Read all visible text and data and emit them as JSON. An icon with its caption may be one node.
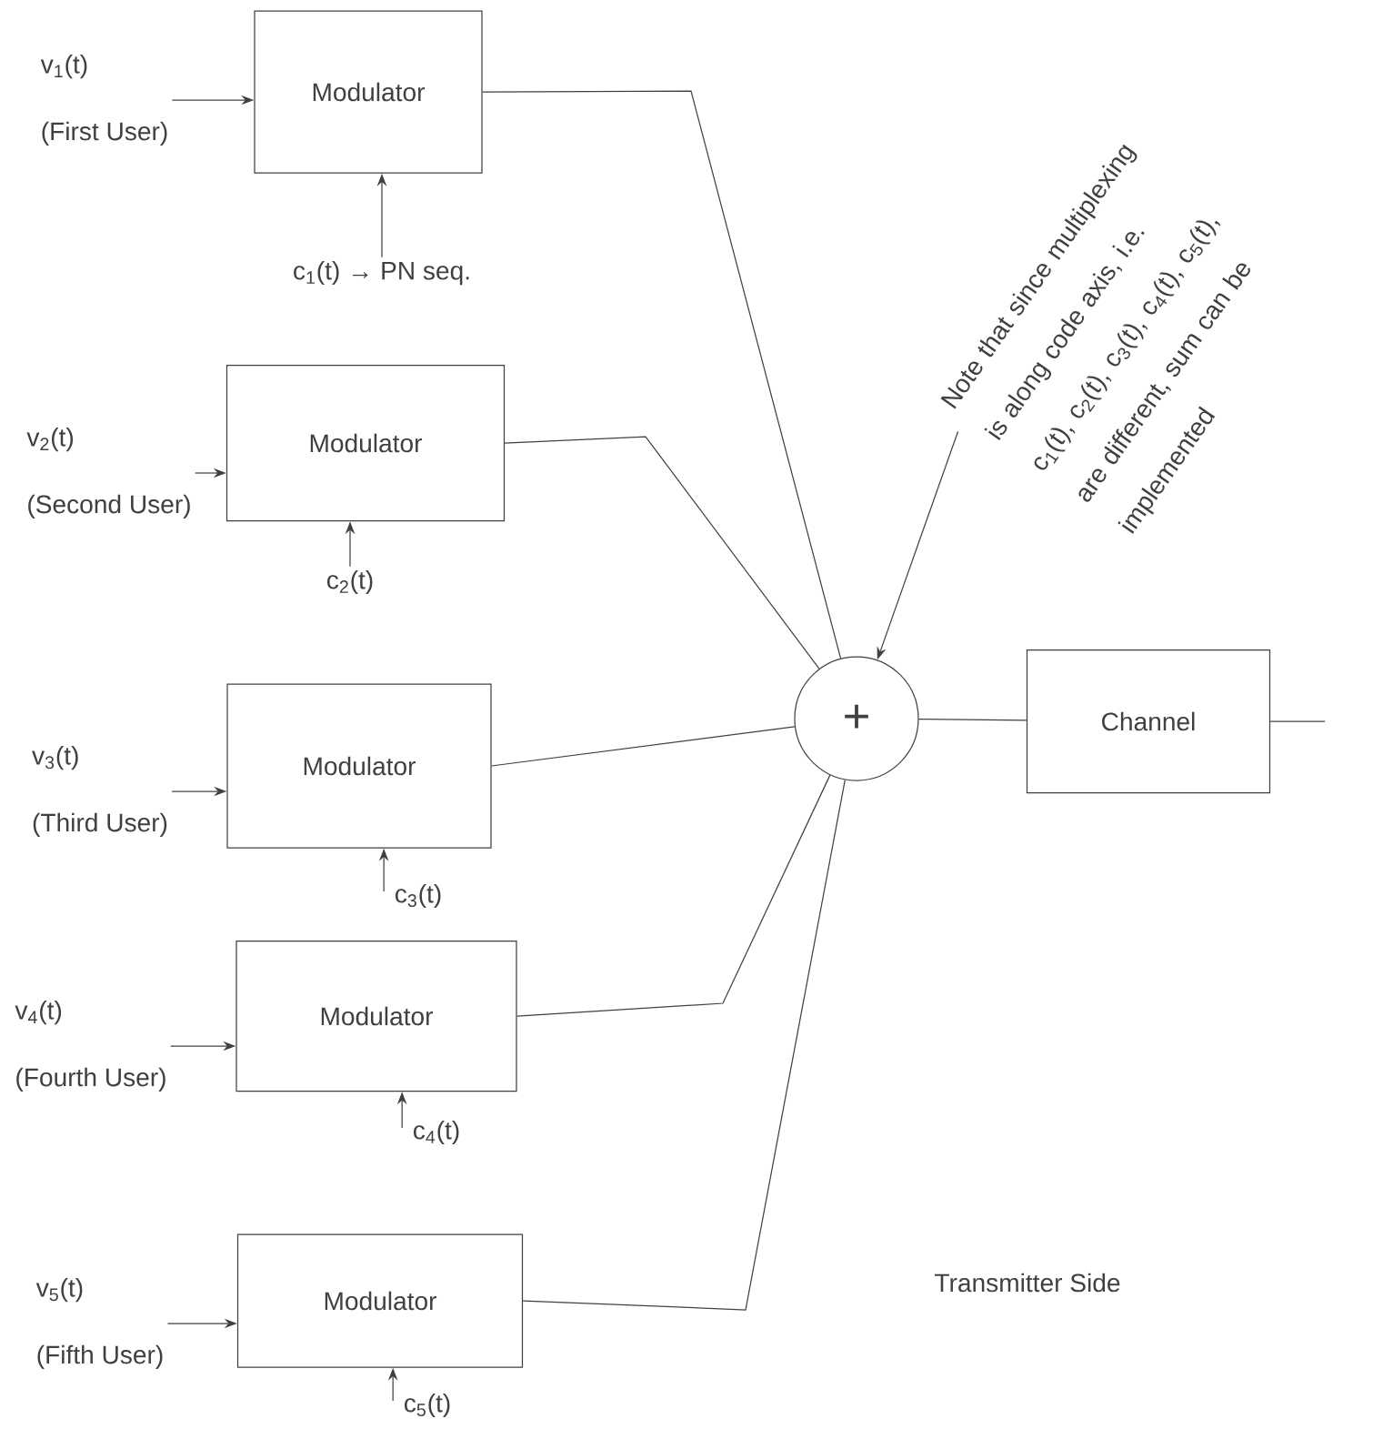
{
  "diagram": {
    "nodes": [
      {
        "text": [
          "v$_{1}$(t)",
          "(First User)"
        ]
      },
      {
        "text": [
          "Modulator"
        ]
      },
      {
        "text": [
          "c$_{1}$(t) → PN seq."
        ]
      },
      {
        "text": [
          "v$_{2}$(t)",
          "(Second User)"
        ]
      },
      {
        "text": [
          "Modulator"
        ]
      },
      {
        "text": [
          "c$_{2}$(t)"
        ]
      },
      {
        "text": [
          "v$_{3}$(t)",
          "(Third User)"
        ]
      },
      {
        "text": [
          "Modulator"
        ]
      },
      {
        "text": [
          "c$_{3}$(t)"
        ]
      },
      {
        "text": [
          "v$_{4}$(t)",
          "(Fourth User)"
        ]
      },
      {
        "text": [
          "Modulator"
        ]
      },
      {
        "text": [
          "c$_{4}$(t)"
        ]
      },
      {
        "text": [
          "v$_{5}$(t)",
          "(Fifth User)"
        ]
      },
      {
        "text": [
          "Modulator"
        ]
      },
      {
        "text": [
          "c$_{5}$(t)"
        ]
      },
      {
        "text": [
          "+"
        ]
      },
      {
        "text": [
          "Channel"
        ]
      },
      {
        "text": [
          "Note that since multiplexing is along code axis, i.e. c$_{1}$(t), c$_{2}$(t), c$_{3}$(t), c$_{4}$(t), c$_{5}$(t), are different, sum can be implemented"
        ]
      }
    ],
    "edges": [
      {
        "from": 0,
        "to": 1,
        "arrow": "to"
      },
      {
        "from": 2,
        "to": 1,
        "arrow": "to"
      },
      {
        "from": 1,
        "to": 15,
        "arrow": "none"
      },
      {
        "from": 3,
        "to": 4,
        "arrow": "to"
      },
      {
        "from": 5,
        "to": 4,
        "arrow": "to"
      },
      {
        "from": 4,
        "to": 15,
        "arrow": "none"
      },
      {
        "from": 6,
        "to": 7,
        "arrow": "to"
      },
      {
        "from": 8,
        "to": 7,
        "arrow": "to"
      },
      {
        "from": 7,
        "to": 15,
        "arrow": "none"
      },
      {
        "from": 9,
        "to": 10,
        "arrow": "to"
      },
      {
        "from": 11,
        "to": 10,
        "arrow": "to"
      },
      {
        "from": 10,
        "to": 15,
        "arrow": "none"
      },
      {
        "from": 12,
        "to": 13,
        "arrow": "to"
      },
      {
        "from": 14,
        "to": 13,
        "arrow": "to"
      },
      {
        "from": 13,
        "to": 15,
        "arrow": "none"
      },
      {
        "from": 15,
        "to": 16,
        "arrow": "none"
      },
      {
        "from": 16,
        "to": null,
        "arrow": "none"
      },
      {
        "from": 17,
        "to": 15,
        "arrow": "to"
      }
    ],
    "labels": [
      "Transmitter Side"
    ]
  }
}
